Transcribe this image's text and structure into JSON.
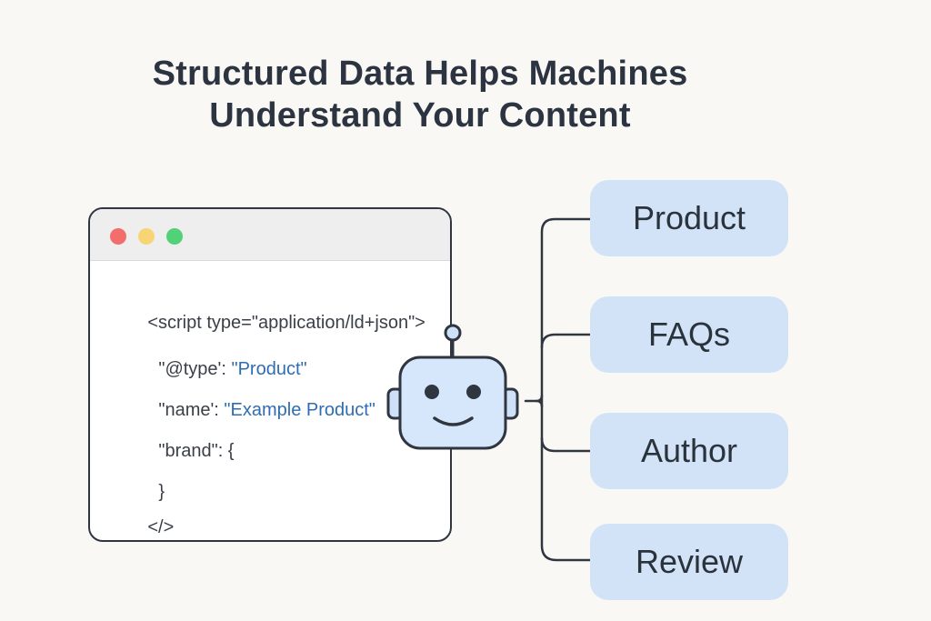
{
  "title": {
    "line1": "Structured Data Helps Machines",
    "line2": "Understand Your Content"
  },
  "code_window": {
    "lines": [
      {
        "text": "<script type=\"application/ld+json\">",
        "value": ""
      },
      {
        "text": "\"@type': ",
        "value": "\"Product\""
      },
      {
        "text": "\"name': ",
        "value": "\"Example Product\""
      },
      {
        "text": "\"brand\": {",
        "value": ""
      },
      {
        "text": "}",
        "value": ""
      },
      {
        "text": "</>",
        "value": ""
      }
    ],
    "colors": {
      "red_dot": "#f46d6d",
      "yellow_dot": "#f8d574",
      "green_dot": "#53d178",
      "value_text": "#2f6db3"
    }
  },
  "robot": {
    "icon": "robot-icon",
    "color": "#d6e6fb"
  },
  "entities": [
    {
      "label": "Product"
    },
    {
      "label": "FAQs"
    },
    {
      "label": "Author"
    },
    {
      "label": "Review"
    }
  ],
  "colors": {
    "pill_background": "#d2e3f7",
    "line": "#2f3640"
  }
}
